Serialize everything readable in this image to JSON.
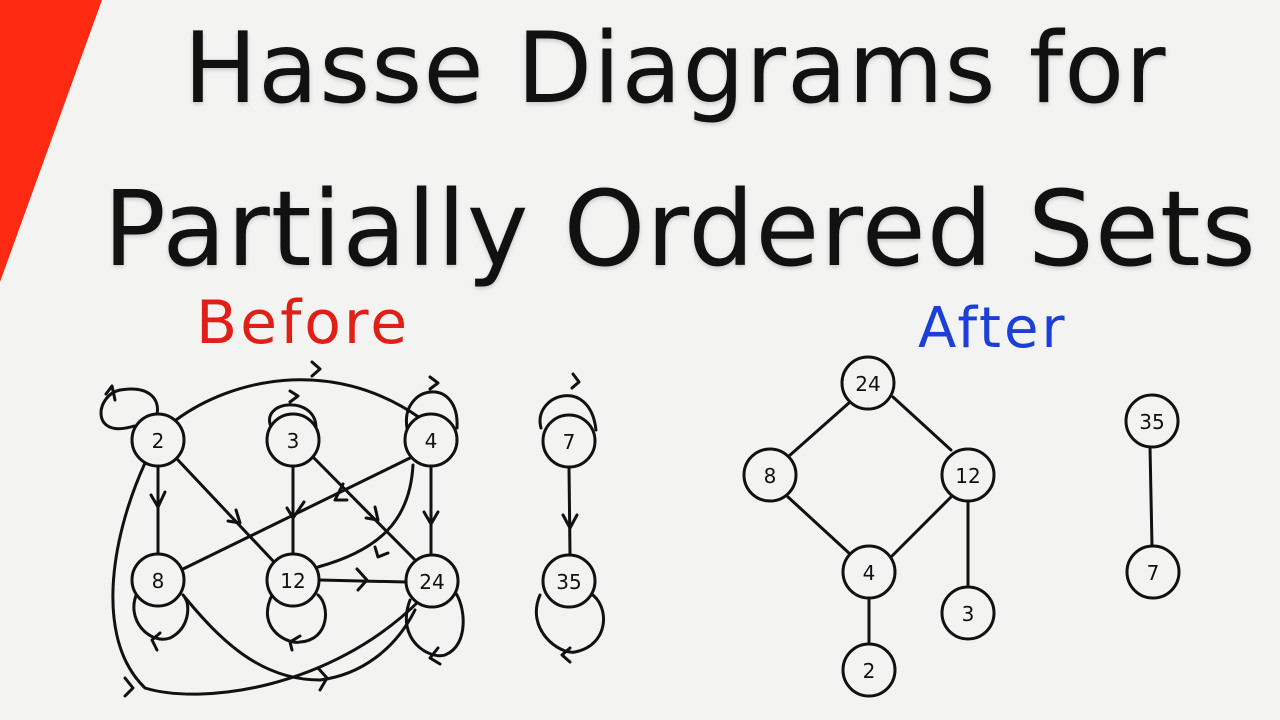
{
  "title": {
    "line1": "Hasse Diagrams for",
    "line2": "Partially Ordered Sets"
  },
  "labels": {
    "before": "Before",
    "after": "After"
  },
  "colors": {
    "background": "#f3f3f2",
    "accent_wedge": "#ff2a12",
    "before_label": "#e01f17",
    "after_label": "#1c3fd8",
    "ink": "#111111"
  },
  "before_graph": {
    "nodes": [
      {
        "id": "2",
        "label": "2"
      },
      {
        "id": "3",
        "label": "3"
      },
      {
        "id": "4",
        "label": "4"
      },
      {
        "id": "7",
        "label": "7"
      },
      {
        "id": "8",
        "label": "8"
      },
      {
        "id": "12",
        "label": "12"
      },
      {
        "id": "24",
        "label": "24"
      },
      {
        "id": "35",
        "label": "35"
      }
    ],
    "edges": [
      [
        "2",
        "2"
      ],
      [
        "3",
        "3"
      ],
      [
        "4",
        "4"
      ],
      [
        "7",
        "7"
      ],
      [
        "8",
        "8"
      ],
      [
        "12",
        "12"
      ],
      [
        "24",
        "24"
      ],
      [
        "35",
        "35"
      ],
      [
        "2",
        "4"
      ],
      [
        "2",
        "8"
      ],
      [
        "2",
        "12"
      ],
      [
        "2",
        "24"
      ],
      [
        "3",
        "12"
      ],
      [
        "3",
        "24"
      ],
      [
        "4",
        "8"
      ],
      [
        "4",
        "12"
      ],
      [
        "4",
        "24"
      ],
      [
        "8",
        "24"
      ],
      [
        "12",
        "24"
      ],
      [
        "7",
        "35"
      ]
    ]
  },
  "after_graph": {
    "nodes": [
      {
        "id": "24",
        "label": "24"
      },
      {
        "id": "8",
        "label": "8"
      },
      {
        "id": "12",
        "label": "12"
      },
      {
        "id": "4",
        "label": "4"
      },
      {
        "id": "3",
        "label": "3"
      },
      {
        "id": "2",
        "label": "2"
      },
      {
        "id": "35",
        "label": "35"
      },
      {
        "id": "7",
        "label": "7"
      }
    ],
    "edges": [
      [
        "8",
        "24"
      ],
      [
        "12",
        "24"
      ],
      [
        "4",
        "8"
      ],
      [
        "4",
        "12"
      ],
      [
        "3",
        "12"
      ],
      [
        "2",
        "4"
      ],
      [
        "7",
        "35"
      ]
    ]
  }
}
